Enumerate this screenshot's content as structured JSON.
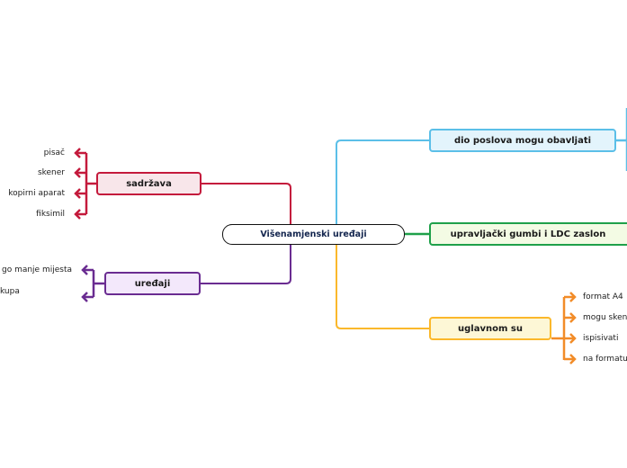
{
  "central": {
    "label": "Višenamjenski uređaji"
  },
  "branches": {
    "sadrzava": {
      "label": "sadržava",
      "color": "#c41a3c",
      "fill": "#f8e6ea",
      "children": [
        "pisač",
        "skener",
        "kopirni aparat",
        "fiksimil"
      ]
    },
    "uredaji": {
      "label": "uređaji",
      "color": "#6a2c91",
      "fill": "#f3e8fb",
      "children": [
        "go manje mijesta",
        "kupa"
      ]
    },
    "dio_poslova": {
      "label": "dio poslova mogu obavljati",
      "color": "#5bbfe8",
      "fill": "#e3f4fc",
      "children": []
    },
    "upravljacki": {
      "label": "upravljački gumbi i LDC zaslon",
      "color": "#1fa04a",
      "fill": "#f3fbe4",
      "children": []
    },
    "uglavnom": {
      "label": "uglavnom su",
      "color": "#fbb82b",
      "fill": "#fdf7d6",
      "arrow_color": "#f28c28",
      "children": [
        "format A4",
        "mogu sken",
        "ispisivati",
        "na formatu"
      ]
    }
  }
}
